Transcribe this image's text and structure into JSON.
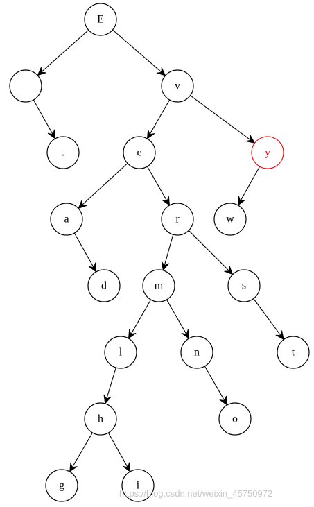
{
  "colors": {
    "default_stroke": "#000000",
    "highlight_stroke": "#e8141a",
    "highlight_text": "#e8141a",
    "text": "#000000"
  },
  "nodes": [
    {
      "id": "E",
      "label": "E",
      "highlight": false
    },
    {
      "id": "blank",
      "label": "",
      "highlight": false
    },
    {
      "id": "v",
      "label": "v",
      "highlight": false
    },
    {
      "id": "dot",
      "label": ".",
      "highlight": false
    },
    {
      "id": "e",
      "label": "e",
      "highlight": false
    },
    {
      "id": "y",
      "label": "y",
      "highlight": true
    },
    {
      "id": "a",
      "label": "a",
      "highlight": false
    },
    {
      "id": "r",
      "label": "r",
      "highlight": false
    },
    {
      "id": "w",
      "label": "w",
      "highlight": false
    },
    {
      "id": "d",
      "label": "d",
      "highlight": false
    },
    {
      "id": "m",
      "label": "m",
      "highlight": false
    },
    {
      "id": "s",
      "label": "s",
      "highlight": false
    },
    {
      "id": "l",
      "label": "l",
      "highlight": false
    },
    {
      "id": "n",
      "label": "n",
      "highlight": false
    },
    {
      "id": "t",
      "label": "t",
      "highlight": false
    },
    {
      "id": "h",
      "label": "h",
      "highlight": false
    },
    {
      "id": "o",
      "label": "o",
      "highlight": false
    },
    {
      "id": "g",
      "label": "g",
      "highlight": false
    },
    {
      "id": "i",
      "label": "i",
      "highlight": false
    }
  ],
  "edges": [
    {
      "from": "E",
      "to": "blank"
    },
    {
      "from": "E",
      "to": "v"
    },
    {
      "from": "blank",
      "to": "dot"
    },
    {
      "from": "v",
      "to": "e"
    },
    {
      "from": "v",
      "to": "y"
    },
    {
      "from": "e",
      "to": "a"
    },
    {
      "from": "e",
      "to": "r"
    },
    {
      "from": "y",
      "to": "w"
    },
    {
      "from": "a",
      "to": "d"
    },
    {
      "from": "r",
      "to": "m"
    },
    {
      "from": "r",
      "to": "s"
    },
    {
      "from": "m",
      "to": "l"
    },
    {
      "from": "m",
      "to": "n"
    },
    {
      "from": "s",
      "to": "t"
    },
    {
      "from": "l",
      "to": "h"
    },
    {
      "from": "n",
      "to": "o"
    },
    {
      "from": "h",
      "to": "g"
    },
    {
      "from": "h",
      "to": "i"
    }
  ],
  "watermark": "https://blog.csdn.net/weixin_45750972"
}
